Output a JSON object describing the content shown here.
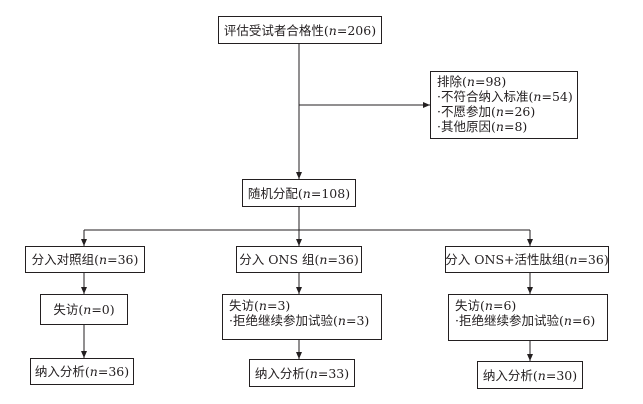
{
  "assess": {
    "label": "评估受试者合格性",
    "n": "206"
  },
  "exclude": {
    "title": "排除",
    "n": "98",
    "items": [
      {
        "label": "不符合纳入标准",
        "n": "54"
      },
      {
        "label": "不愿参加",
        "n": "26"
      },
      {
        "label": "其他原因",
        "n": "8"
      }
    ]
  },
  "randomize": {
    "label": "随机分配",
    "n": "108"
  },
  "groups": [
    {
      "alloc": {
        "label": "分入对照组",
        "n": "36"
      },
      "lost": {
        "label": "失访",
        "n": "0"
      },
      "analysis": {
        "label": "纳入分析",
        "n": "36"
      }
    },
    {
      "alloc": {
        "label": "分入 ONS 组",
        "n": "36"
      },
      "lost": {
        "label": "失访",
        "n": "3"
      },
      "refuse": {
        "label": "拒绝继续参加试验",
        "n": "3"
      },
      "analysis": {
        "label": "纳入分析",
        "n": "33"
      }
    },
    {
      "alloc": {
        "label": "分入 ONS+活性肽组",
        "n": "36"
      },
      "lost": {
        "label": "失访",
        "n": "6"
      },
      "refuse": {
        "label": "拒绝继续参加试验",
        "n": "6"
      },
      "analysis": {
        "label": "纳入分析",
        "n": "30"
      }
    }
  ]
}
